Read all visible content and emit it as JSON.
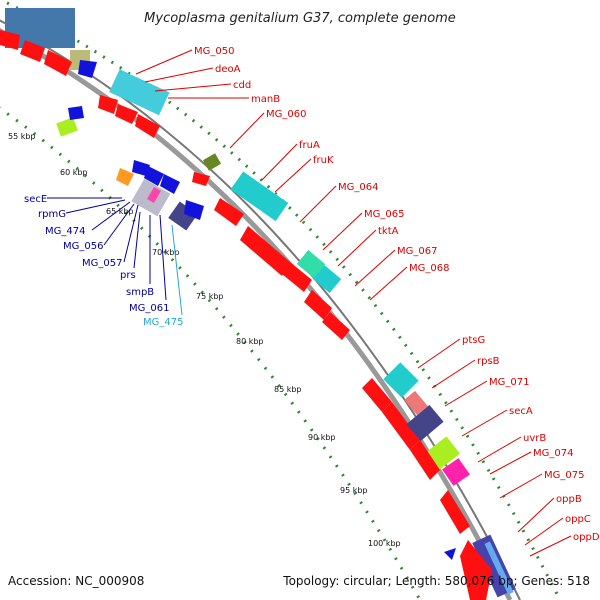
{
  "title": "Mycoplasma genitalium G37, complete genome",
  "accession": "Accession: NC_000908",
  "summary": "Topology: circular; Length: 580,076 bp; Genes: 518",
  "kbp_ticks": [
    "55 kbp",
    "60 kbp",
    "65 kbp",
    "70 kbp",
    "75 kbp",
    "80 kbp",
    "85 kbp",
    "90 kbp",
    "95 kbp",
    "100 kbp"
  ],
  "colors": {
    "forward_gene": "#ff0000",
    "reverse_gene": "#1010cc",
    "backbone": "#999999",
    "gc_dots": "#228822",
    "label_red": "#dd0000",
    "label_blue": "#000099",
    "label_cyan": "#22aacc"
  },
  "labels_right": [
    "MG_050",
    "deoA",
    "cdd",
    "manB",
    "MG_060",
    "fruA",
    "fruK",
    "MG_064",
    "MG_065",
    "tktA",
    "MG_067",
    "MG_068",
    "ptsG",
    "rpsB",
    "MG_071",
    "secA",
    "uvrB",
    "MG_074",
    "MG_075",
    "oppB",
    "oppC",
    "oppD"
  ],
  "labels_left": [
    "secE",
    "rpmG",
    "MG_474",
    "MG_056",
    "MG_057",
    "prs",
    "smpB",
    "MG_061",
    "MG_475"
  ]
}
